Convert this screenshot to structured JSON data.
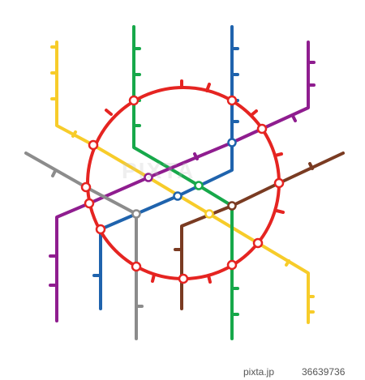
{
  "colors": {
    "yellow": "#f7cc2a",
    "green": "#17a84a",
    "blue": "#1f63ad",
    "purple": "#8f1d8f",
    "gray": "#8c8c8c",
    "brown": "#7a3b22",
    "red": "#e52421"
  },
  "watermark": {
    "brand": "pixta.jp",
    "id": "36639736",
    "center": "PIXTA"
  }
}
